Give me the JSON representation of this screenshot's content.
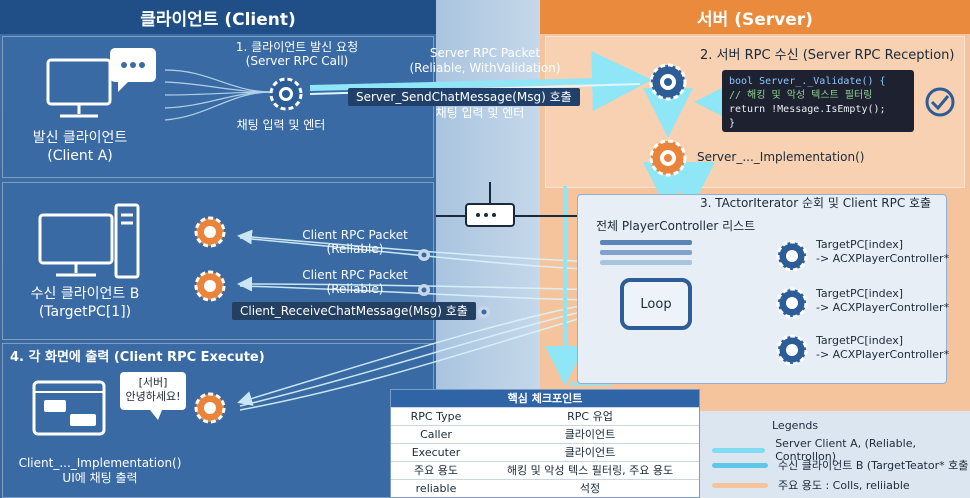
{
  "client": {
    "title": "클라이언트 (Client)",
    "step1": "1. 클라이언트 발신 요청",
    "step1_sub": "(Server RPC Call)",
    "clientA_name": "발신 클라이언트",
    "clientA_sub": "(Client A)",
    "chat_enter": "채팅 입력 및 엔터",
    "clientB_name": "수신 클라이언트 B",
    "clientB_sub": "(TargetPC[1])",
    "step4": "4. 각 화면에 출력 (Client RPC Execute)",
    "bubble_line1": "[서버]",
    "bubble_line2": "안녕하세요!",
    "impl_label": "Client_..._Implementation()",
    "impl_sub": "UI에 채팅 출력"
  },
  "middle": {
    "server_packet": "Server RPC Packet",
    "server_packet_sub": "(Reliable, WithValidation)",
    "send_call": "Server_SendChatMessage(Msg) 호출",
    "send_call_sub": "채팅 입력 및 엔터",
    "client_packet1": "Client RPC Packet",
    "client_packet1_sub": "(Reliable)",
    "client_packet2": "Client RPC Packet",
    "client_packet2_sub": "(Reliable)",
    "receive_call": "Client_ReceiveChatMessage(Msg) 호출"
  },
  "server": {
    "title": "서버 (Server)",
    "step2": "2. 서버 RPC 수신 (Server RPC Reception)",
    "code_line1": "bool Server_._Validate() {",
    "code_line2": "  // 해킹 및 악성 텍스트 필터링",
    "code_line3": "  return !Message.IsEmpty();",
    "code_line4": "}",
    "impl": "Server_..._Implementation()",
    "step3": "3. TActorIterator 순회 및 Client RPC 호출",
    "list_title": "전체 PlayerController 리스트",
    "loop": "Loop",
    "targets": [
      {
        "line1": "TargetPC[index]",
        "line2": "-> ACXPlayerController*"
      },
      {
        "line1": "TargetPC[index]",
        "line2": "-> ACXPlayerController*"
      },
      {
        "line1": "TargetPC[index]",
        "line2": "-> ACXPlayerController*"
      }
    ]
  },
  "checklist": {
    "title": "핵심 체크포인트",
    "rows": [
      {
        "k": "RPC Type",
        "v": "RPC 유업"
      },
      {
        "k": "Caller",
        "v": "클라이언트"
      },
      {
        "k": "Executer",
        "v": "클라이언트"
      },
      {
        "k": "주요 용도",
        "v": "해킹 및 악성 텍스 필터링, 주요 용도"
      },
      {
        "k": "reliable",
        "v": "석정"
      }
    ]
  },
  "legend": {
    "title": "Legends",
    "items": [
      {
        "label": "Server Client A, (Reliable, Controllon)",
        "color": "#7fdcf2"
      },
      {
        "label": "수신 클라이언트 B (TargetTeator* 호출",
        "color": "#5fc8e8"
      },
      {
        "label": "주요 용도 : Colls, reliiable",
        "color": "#f6c49c"
      }
    ]
  },
  "colors": {
    "gear_blue": "#2c5d97",
    "gear_orange": "#e9843a",
    "arrow_cyan": "#8fe6f7",
    "arrow_orange": "#f2a36b"
  }
}
